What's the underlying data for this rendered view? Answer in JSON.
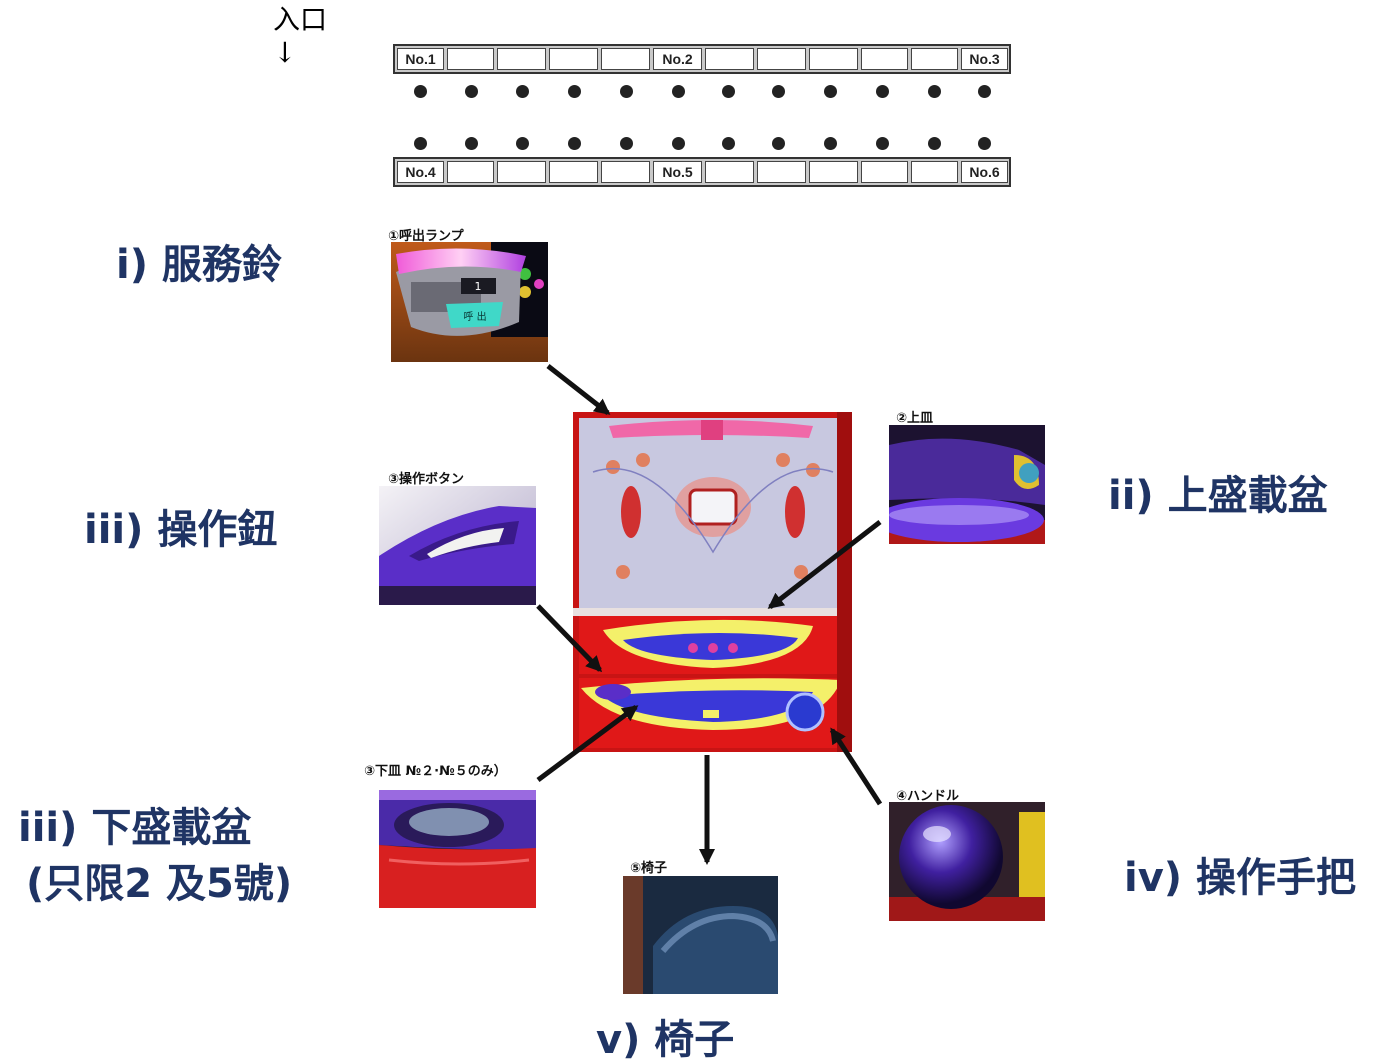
{
  "entrance": {
    "label": "入口",
    "arrow": "↓"
  },
  "seat_rows": [
    {
      "cells": [
        "No.1",
        "",
        "",
        "",
        "",
        "No.2",
        "",
        "",
        "",
        "",
        "",
        "No.3"
      ]
    },
    {
      "cells": [
        "No.4",
        "",
        "",
        "",
        "",
        "No.5",
        "",
        "",
        "",
        "",
        "",
        "No.6"
      ]
    }
  ],
  "photos": [
    {
      "caption": "①呼出ランプ"
    },
    {
      "caption": "②上皿"
    },
    {
      "caption": "③操作ボタン"
    },
    {
      "caption": "③下皿 №２·№５のみ）"
    },
    {
      "caption": "④ハンドル"
    },
    {
      "caption": "⑤椅子"
    }
  ],
  "labels": {
    "service_bell": "i) 服務鈴",
    "upper_tray": "ii) 上盛載盆",
    "button": "iii) 操作鈕",
    "lower_tray": "iii) 下盛載盆",
    "lower_tray_note": "(只限2 及5號)",
    "handle": "iv) 操作手把",
    "chair": "v) 椅子"
  },
  "photo_texts": {
    "lamp_number": "1",
    "lamp_button": "呼 出"
  },
  "colors": {
    "label": "#1f3464",
    "machine_red": "#e01818",
    "tray_purple": "#5a2ec8",
    "tray_yellow": "#f4f06a"
  }
}
